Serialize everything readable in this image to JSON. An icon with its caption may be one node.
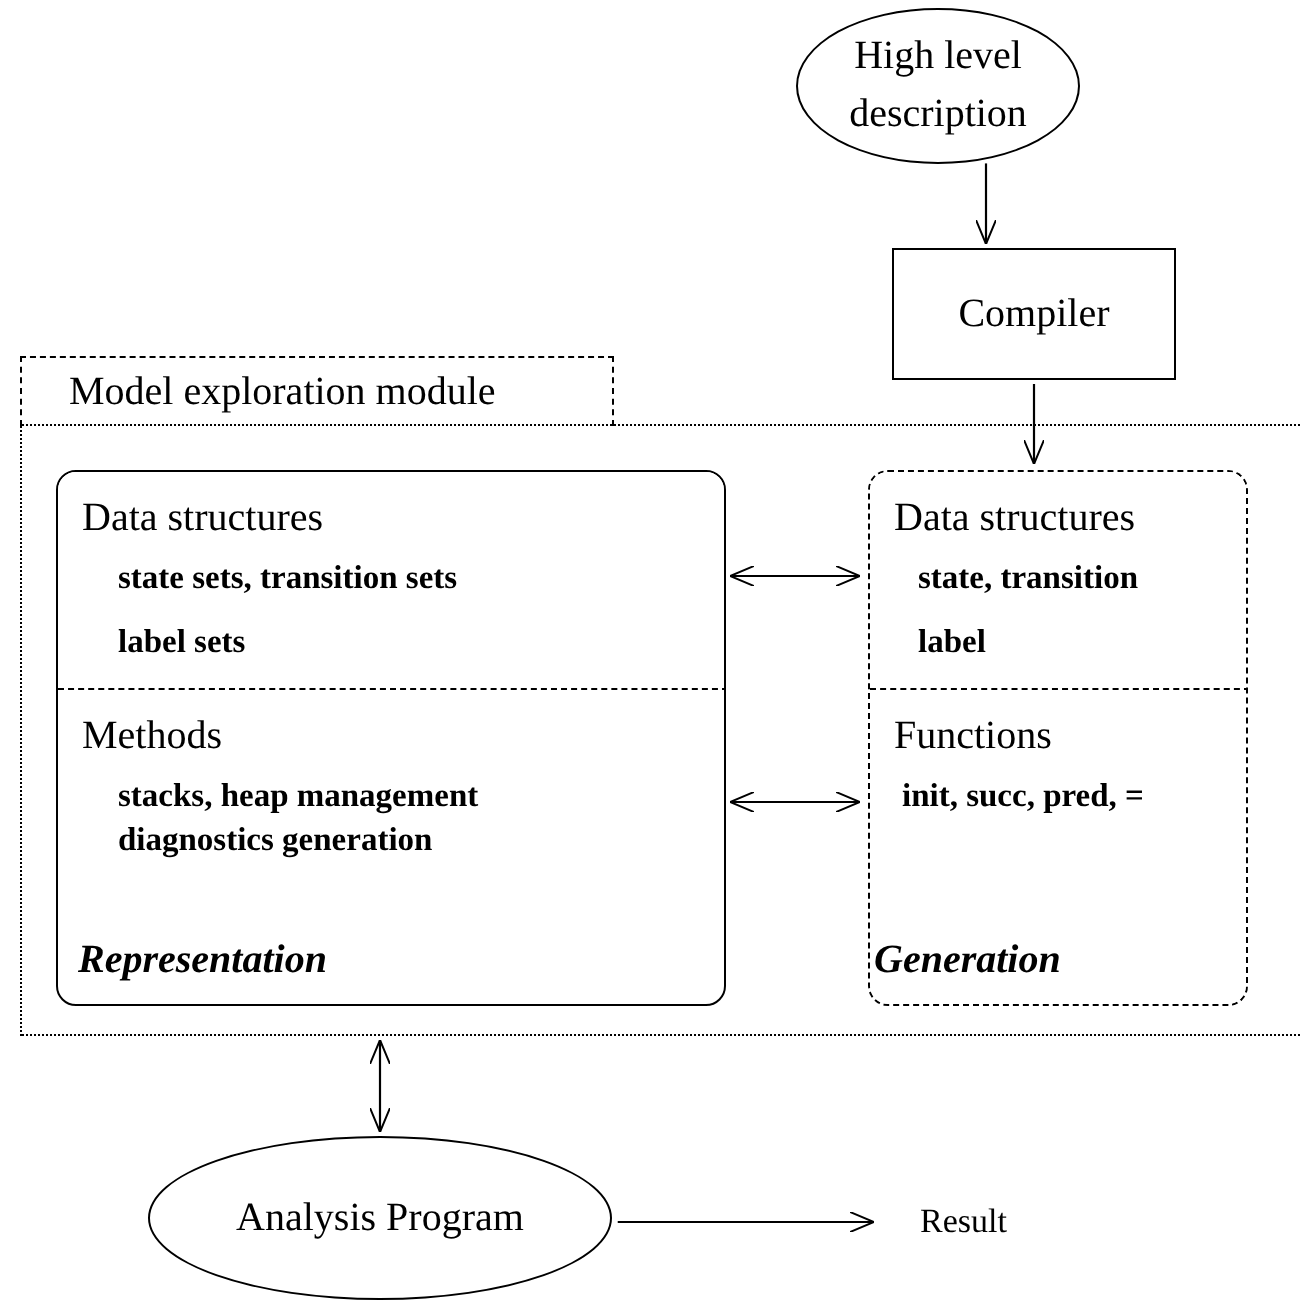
{
  "diagram": {
    "nodes": [
      {
        "text": [
          "High level description"
        ]
      },
      {
        "text": [
          "Compiler"
        ]
      },
      {
        "text": [
          "Model exploration module"
        ]
      },
      {
        "text": [
          "Representation"
        ],
        "in": 2
      },
      {
        "text": [
          "Data structures",
          "state sets, transition sets",
          "label sets"
        ],
        "in": 3
      },
      {
        "text": [
          "Methods",
          "stacks, heap management",
          "diagnostics generation"
        ],
        "in": 3
      },
      {
        "text": [
          "Generation"
        ],
        "in": 2
      },
      {
        "text": [
          "Data structures",
          "state, transition",
          "label"
        ],
        "in": 6
      },
      {
        "text": [
          "Functions",
          "init, succ, pred, ="
        ],
        "in": 6
      },
      {
        "text": [
          "Analysis Program"
        ]
      },
      {
        "text": [
          "Result"
        ]
      }
    ],
    "edges": [
      {
        "from": 0,
        "to": 1,
        "arrow": "to"
      },
      {
        "from": 1,
        "to": 6,
        "arrow": "to"
      },
      {
        "from": 4,
        "to": 7,
        "arrow": "both"
      },
      {
        "from": 5,
        "to": 8,
        "arrow": "both"
      },
      {
        "from": 2,
        "to": 9,
        "arrow": "both"
      },
      {
        "from": 9,
        "to": 10,
        "arrow": "to"
      }
    ]
  }
}
